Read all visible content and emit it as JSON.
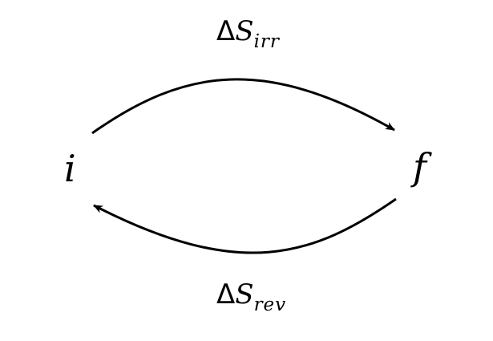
{
  "diagram": {
    "states": {
      "initial": "i",
      "final": "f"
    },
    "top_label": {
      "delta": "Δ",
      "symbol": "S",
      "subscript": "irr"
    },
    "bottom_label": {
      "delta": "Δ",
      "symbol": "S",
      "subscript": "rev"
    },
    "colors": {
      "stroke": "#000000",
      "background": "#ffffff"
    }
  }
}
